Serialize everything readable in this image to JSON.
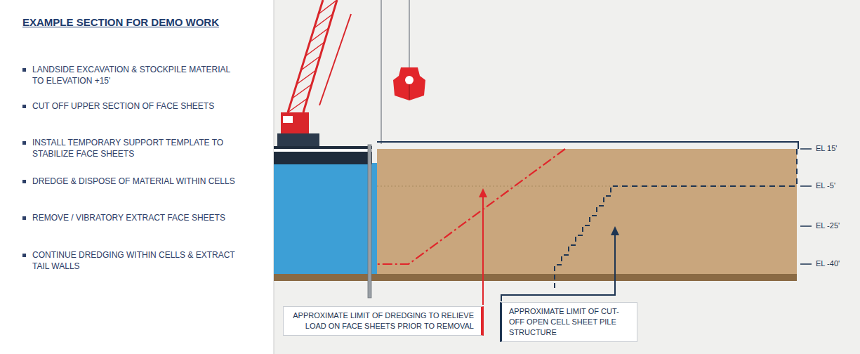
{
  "diagram": {
    "title": "EXAMPLE SECTION FOR DEMO WORK",
    "nodes": [
      {
        "text": [
          "APPROXIMATE LIMIT OF DREDGING TO RELIEVE LOAD ON FACE SHEETS PRIOR TO REMOVAL"
        ]
      },
      {
        "text": [
          "APPROXIMATE LIMIT OF CUT-OFF OPEN CELL SHEET PILE STRUCTURE"
        ]
      }
    ],
    "labels": [
      "LANDSIDE EXCAVATION & STOCKPILE MATERIAL TO ELEVATION +15'",
      "CUT OFF UPPER SECTION OF FACE SHEETS",
      "INSTALL TEMPORARY SUPPORT TEMPLATE TO STABILIZE FACE SHEETS",
      "DREDGE & DISPOSE OF MATERIAL WITHIN CELLS",
      "REMOVE / VIBRATORY EXTRACT FACE SHEETS",
      "CONTINUE DREDGING WITHIN CELLS & EXTRACT TAIL WALLS",
      "EL 15'",
      "EL -5'",
      "EL -25'",
      "EL -40'"
    ]
  }
}
